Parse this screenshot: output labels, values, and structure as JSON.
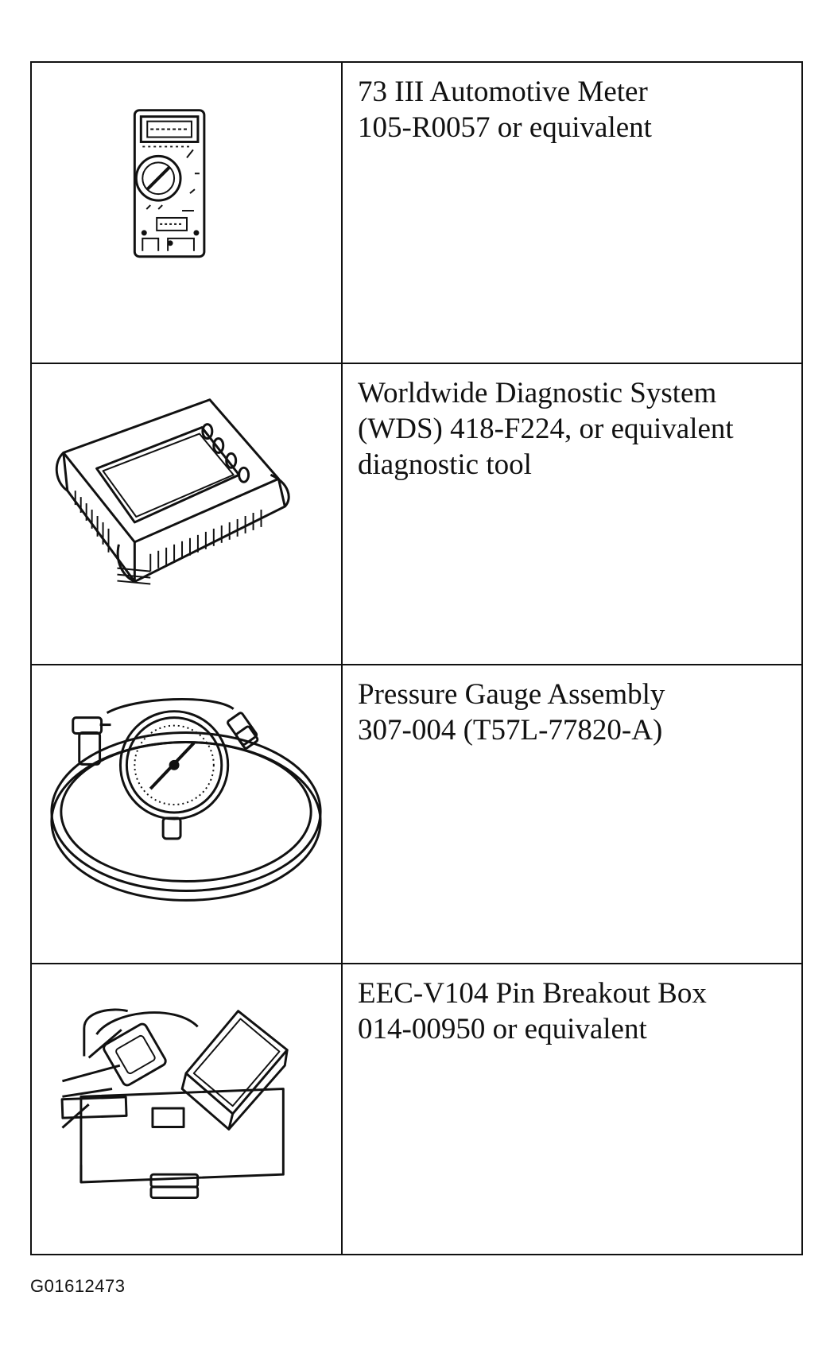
{
  "tools": [
    {
      "icon": "multimeter-icon",
      "line1": "73 III Automotive Meter",
      "line2": "105-R0057 or equivalent"
    },
    {
      "icon": "diagnostic-tablet-icon",
      "line1": "Worldwide Diagnostic System",
      "line2": "(WDS) 418-F224, or equivalent",
      "line3": "diagnostic tool"
    },
    {
      "icon": "pressure-gauge-icon",
      "line1": "Pressure Gauge Assembly",
      "line2": "307-004 (T57L-77820-A)"
    },
    {
      "icon": "breakout-box-icon",
      "line1": "EEC-V104 Pin Breakout Box",
      "line2": "014-00950 or equivalent"
    }
  ],
  "figure_id": "G01612473"
}
